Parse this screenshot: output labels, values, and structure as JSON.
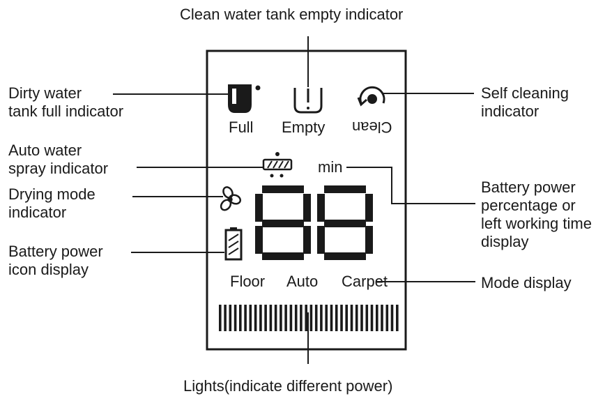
{
  "callouts": {
    "clean_water_empty": "Clean water tank empty indicator",
    "dirty_water_full": "Dirty water\ntank full indicator",
    "self_cleaning": "Self cleaning\nindicator",
    "auto_water_spray": "Auto water\nspray indicator",
    "drying_mode": "Drying mode\nindicator",
    "battery_icon": "Battery power\nicon display",
    "battery_display": "Battery power\npercentage or\nleft working time\ndisplay",
    "mode_display": "Mode display",
    "lights": "Lights(indicate different power)"
  },
  "panel": {
    "full_label": "Full",
    "empty_label": "Empty",
    "clean_label": "Clean",
    "min_label": "min",
    "modes": [
      "Floor",
      "Auto",
      "Carpet"
    ]
  }
}
